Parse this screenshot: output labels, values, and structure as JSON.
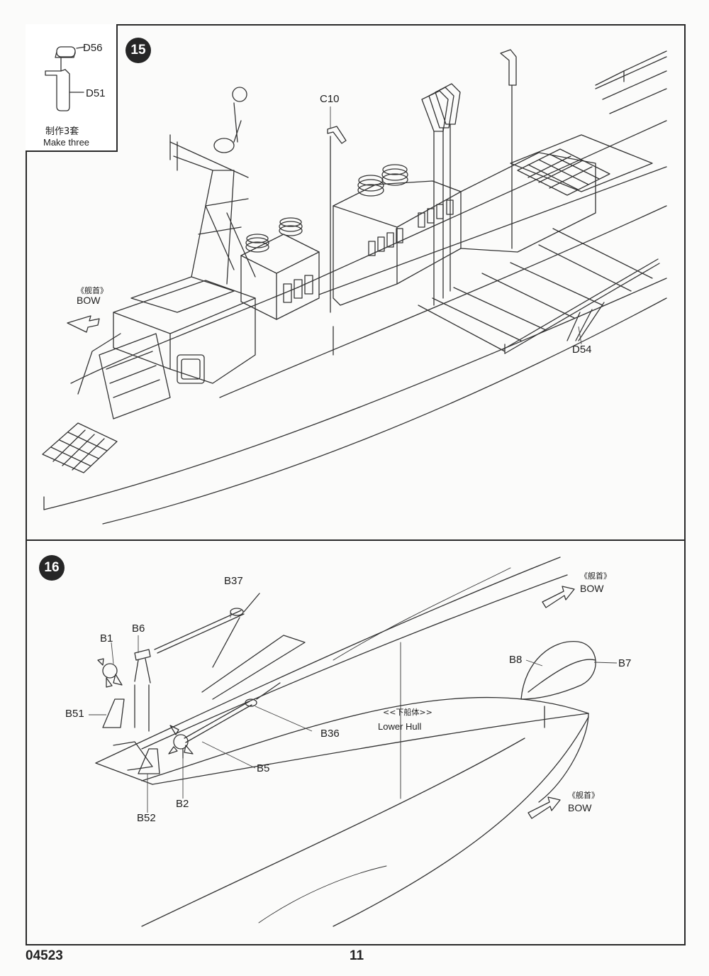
{
  "step15": {
    "number": "15",
    "inset": {
      "part_top": "D56",
      "part_bottom": "D51",
      "note_cn": "制作3套",
      "note_en": "Make three"
    },
    "labels": {
      "c10": "C10",
      "d54": "D54",
      "bow_cn": "《舰首》",
      "bow_en": "BOW"
    }
  },
  "step16": {
    "number": "16",
    "parts": {
      "b37": "B37",
      "b6": "B6",
      "b1": "B1",
      "b51": "B51",
      "b36": "B36",
      "b5": "B5",
      "b2": "B2",
      "b52": "B52",
      "b8": "B8",
      "b7": "B7"
    },
    "hull_cn": "<<下船体>>",
    "hull_en": "Lower Hull",
    "bow_top_cn": "《舰首》",
    "bow_top_en": "BOW",
    "bow_bottom_cn": "《舰首》",
    "bow_bottom_en": "BOW"
  },
  "footer": {
    "kit_number": "04523",
    "page_number": "11"
  }
}
